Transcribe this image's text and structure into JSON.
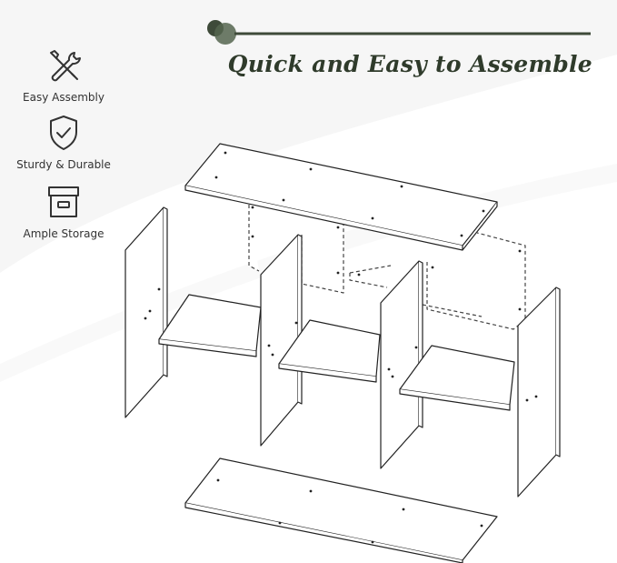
{
  "header": {
    "title": "Quick and Easy to Assemble",
    "accent_color": "#3e4a39"
  },
  "features": [
    {
      "label": "Easy Assembly",
      "icon": "wrench-screwdriver-icon"
    },
    {
      "label": "Sturdy & Durable",
      "icon": "shield-check-icon"
    },
    {
      "label": "Ample Storage",
      "icon": "storage-box-icon"
    }
  ],
  "diagram": {
    "subject": "exploded-view-shelf-assembly",
    "line_color": "#222222"
  }
}
